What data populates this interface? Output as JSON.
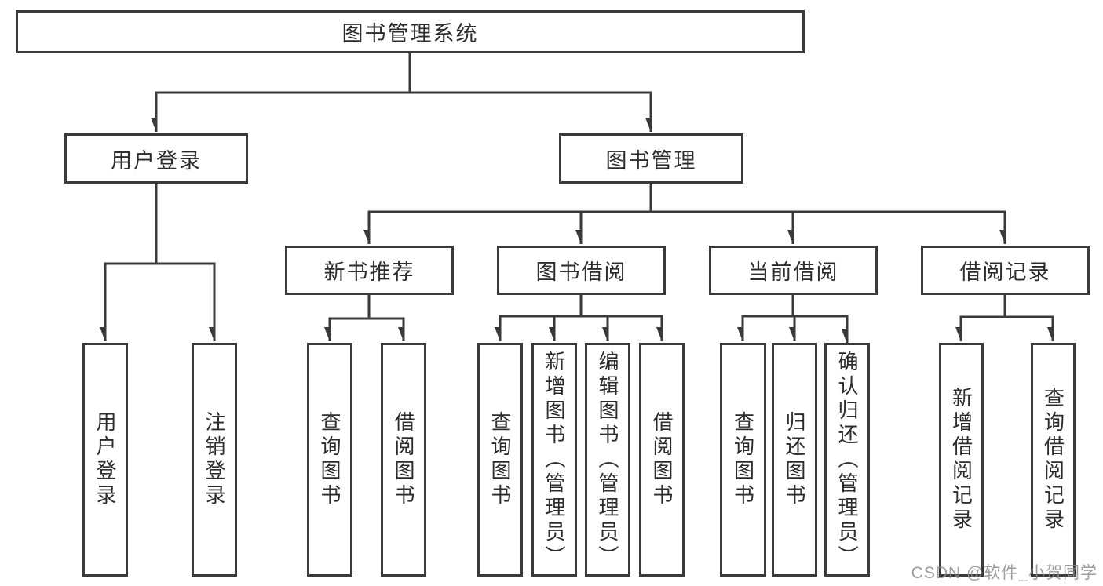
{
  "diagram": {
    "type": "tree",
    "direction": "top-down",
    "colors": {
      "line": "#3a3a3a",
      "box_border": "#3a3a3a",
      "box_fill": "#ffffff",
      "text": "#2d2d2d",
      "background": "#ffffff"
    },
    "root": {
      "label": "图书管理系统"
    },
    "level2": [
      {
        "label": "用户登录",
        "children": [
          {
            "label": "用户登录"
          },
          {
            "label": "注销登录"
          }
        ]
      },
      {
        "label": "图书管理",
        "children": [
          {
            "label": "新书推荐",
            "children": [
              {
                "label": "查询图书"
              },
              {
                "label": "借阅图书"
              }
            ]
          },
          {
            "label": "图书借阅",
            "children": [
              {
                "label": "查询图书"
              },
              {
                "label": "新增图书（管理员）"
              },
              {
                "label": "编辑图书（管理员）"
              },
              {
                "label": "借阅图书"
              }
            ]
          },
          {
            "label": "当前借阅",
            "children": [
              {
                "label": "查询图书"
              },
              {
                "label": "归还图书"
              },
              {
                "label": "确认归还（管理员）"
              }
            ]
          },
          {
            "label": "借阅记录",
            "children": [
              {
                "label": "新增借阅记录"
              },
              {
                "label": "查询借阅记录"
              }
            ]
          }
        ]
      }
    ]
  },
  "watermark": {
    "text": "CSDN @软件_小贺同学",
    "color": "#8c8c8c"
  }
}
